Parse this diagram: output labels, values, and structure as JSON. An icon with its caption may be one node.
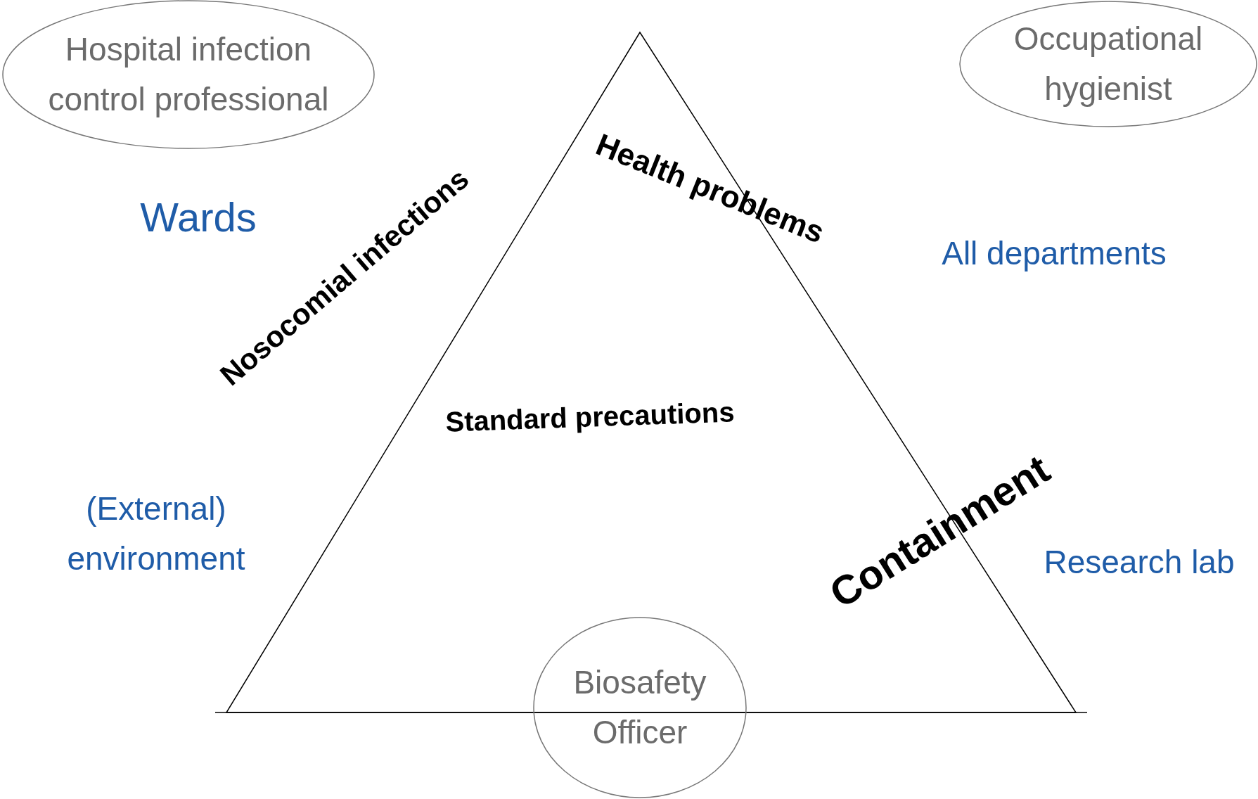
{
  "diagram": {
    "nodes": [
      {
        "text": [
          "Hospital infection control professional"
        ]
      },
      {
        "text": [
          "Occupational hygienist"
        ]
      },
      {
        "text": [
          "Biosafety Officer"
        ]
      }
    ],
    "labels": [
      "Health problems",
      "Wards",
      "All departments",
      "Nosocomial infections",
      "Standard precautions",
      "(External) environment",
      "Containment",
      "Research lab"
    ]
  }
}
